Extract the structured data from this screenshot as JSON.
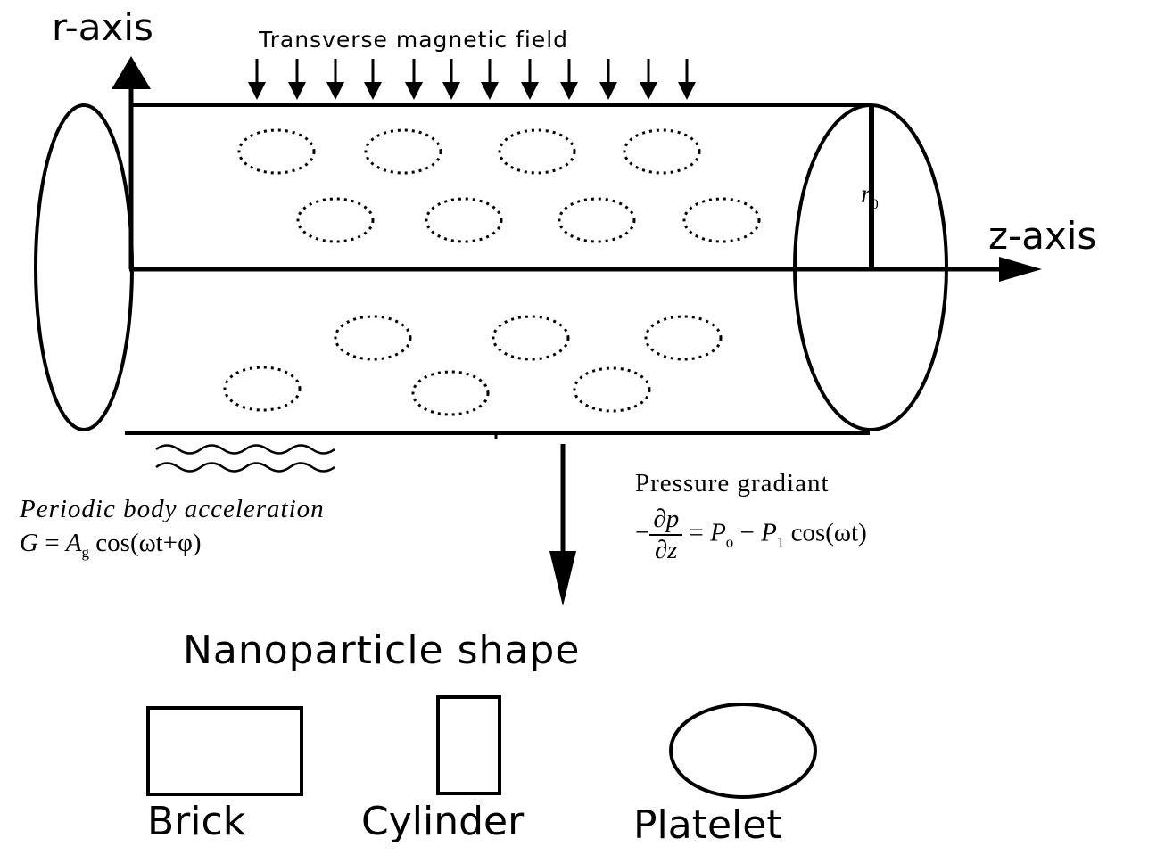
{
  "axes": {
    "r_label": "r-axis",
    "z_label": "z-axis",
    "radius_label": "r",
    "radius_sub": "0"
  },
  "field": {
    "label": "Transverse magnetic field"
  },
  "acceleration": {
    "label": "Periodic body acceleration",
    "equation_lhs": "G",
    "equation_eq": "=",
    "amp": "A",
    "amp_sub": "g",
    "rest": "cos(ωt+φ)"
  },
  "pressure": {
    "label": "Pressure gradiant",
    "neg": "−",
    "num": "∂p",
    "den": "∂z",
    "eq": "=",
    "p0": "P",
    "p0_sub": "o",
    "minus": "−",
    "p1": "P",
    "p1_sub": "1",
    "rest": "cos(ωt)"
  },
  "nanoparticle": {
    "title": "Nanoparticle shape",
    "shapes": [
      "Brick",
      "Cylinder",
      "Platelet"
    ]
  }
}
